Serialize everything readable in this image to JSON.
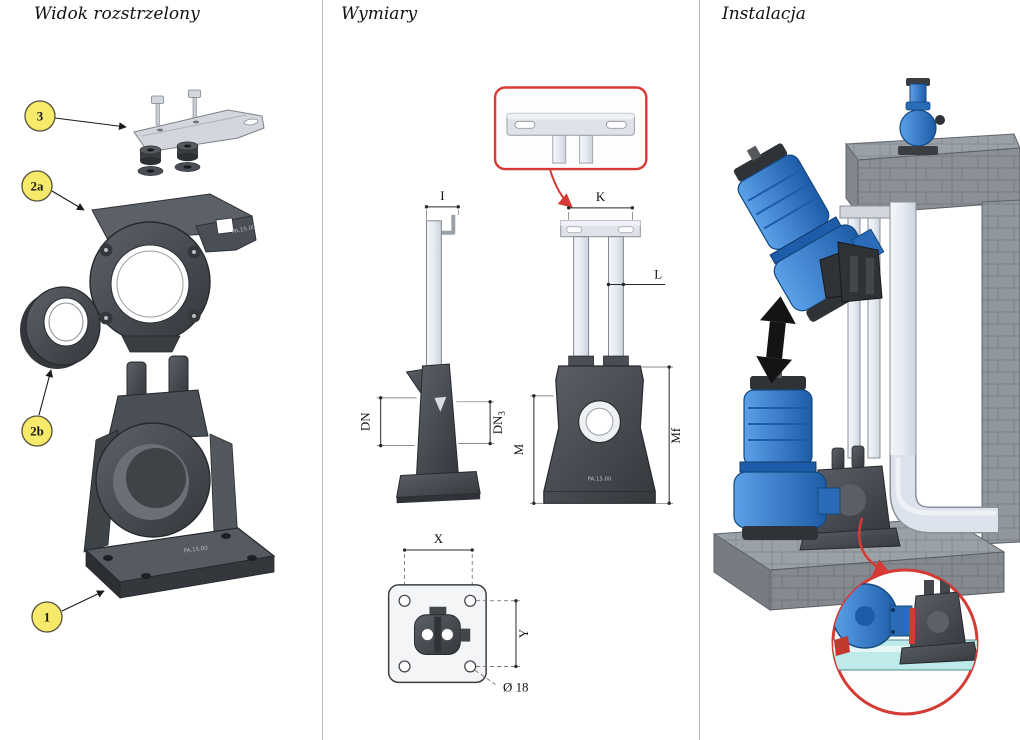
{
  "document": {
    "background": "#ffffff",
    "divider_color": "#bcbcbc"
  },
  "panels": {
    "exploded": {
      "title": "Widok rozstrzelony",
      "callouts": [
        {
          "label": "3"
        },
        {
          "label": "2a"
        },
        {
          "label": "2b"
        },
        {
          "label": "1"
        }
      ],
      "part_marking": "PA.15.00"
    },
    "dimensions": {
      "title": "Wymiary",
      "labels": {
        "i": "I",
        "k": "K",
        "l": "L",
        "dn": "DN",
        "dn3_base": "DN",
        "dn3_sub": "3",
        "m": "M",
        "mf": "Mf",
        "x": "X",
        "y": "Y",
        "hole_dia": "Ø 18"
      },
      "part_marking": "PA.15.00"
    },
    "installation": {
      "title": "Instalacja"
    }
  },
  "colors": {
    "callout_yellow": "#f7e96a",
    "detail_red": "#d63a34",
    "pump_blue": "#2b7fd4",
    "cast_iron_gray": "#43474c",
    "pipe_light": "#e3e9f1",
    "concrete_gray": "#9aa1a7"
  }
}
